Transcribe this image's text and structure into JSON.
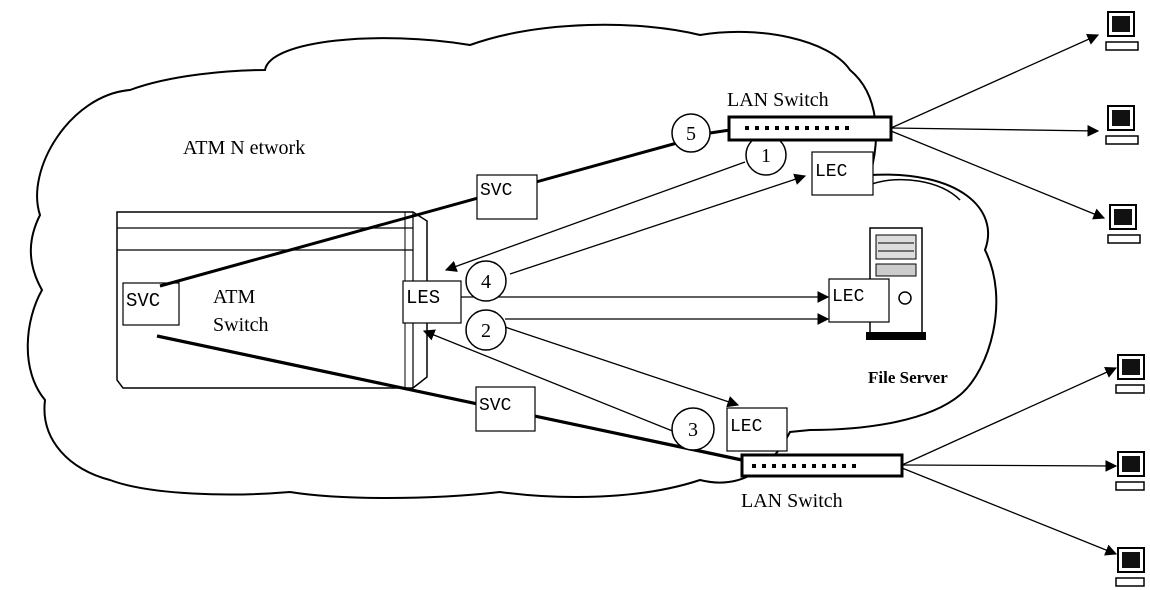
{
  "diagram": {
    "network_label": "ATM N etwork",
    "atm_switch": {
      "label_line1": "ATM",
      "label_line2": "Switch",
      "svc_label": "SVC"
    },
    "les_label": "LES",
    "svc_top": "SVC",
    "svc_bottom": "SVC",
    "lan_switch_top": "LAN Switch",
    "lan_switch_bottom": "LAN Switch",
    "lec_top": "LEC",
    "lec_server": "LEC",
    "lec_bottom": "LEC",
    "file_server_label": "File Server",
    "steps": [
      "1",
      "2",
      "3",
      "4",
      "5"
    ]
  }
}
